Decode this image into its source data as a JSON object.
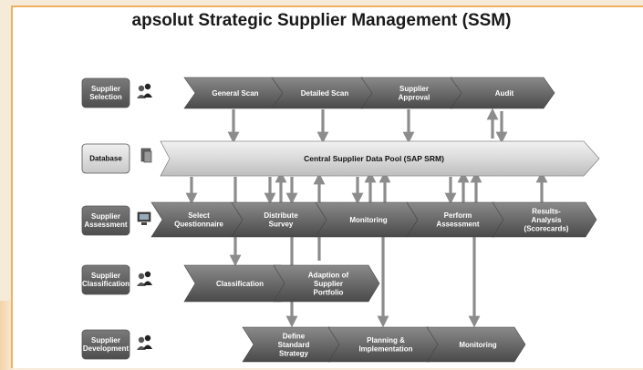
{
  "title": "apsolut Strategic Supplier Management  (SSM)",
  "rows": {
    "selection": {
      "label_lines": [
        "Supplier",
        "Selection"
      ],
      "steps": [
        {
          "lines": [
            "General Scan"
          ]
        },
        {
          "lines": [
            "Detailed Scan"
          ]
        },
        {
          "lines": [
            "Supplier",
            "Approval"
          ]
        },
        {
          "lines": [
            "Audit"
          ]
        }
      ]
    },
    "database": {
      "label_lines": [
        "Database"
      ],
      "bar_text": "Central Supplier Data Pool (SAP SRM)"
    },
    "assessment": {
      "label_lines": [
        "Supplier",
        "Assessment"
      ],
      "steps": [
        {
          "lines": [
            "Select",
            "Questionnaire"
          ]
        },
        {
          "lines": [
            "Distribute",
            "Survey"
          ]
        },
        {
          "lines": [
            "Monitoring"
          ]
        },
        {
          "lines": [
            "Perform",
            "Assessment"
          ]
        },
        {
          "lines": [
            "Results-",
            "Analysis",
            "(Scorecards)"
          ]
        }
      ]
    },
    "classification": {
      "label_lines": [
        "Supplier",
        "Classification"
      ],
      "steps": [
        {
          "lines": [
            "Classification"
          ]
        },
        {
          "lines": [
            "Adaption of",
            "Supplier",
            "Portfolio"
          ]
        }
      ]
    },
    "development": {
      "label_lines": [
        "Supplier",
        "Development"
      ],
      "steps": [
        {
          "lines": [
            "Define",
            "Standard",
            "Strategy"
          ]
        },
        {
          "lines": [
            "Planning &",
            "Implementation"
          ]
        },
        {
          "lines": [
            "Monitoring"
          ]
        }
      ]
    }
  },
  "icons": {
    "people": "people-icon",
    "database": "database-icon",
    "computer": "computer-icon"
  },
  "colors": {
    "chevron_dark": "#5a5a5a",
    "chevron_mid": "#7d7d7d",
    "db_bar": "#dcdcdc",
    "arrow": "#8c8c8c",
    "frame": "#f0b060"
  }
}
